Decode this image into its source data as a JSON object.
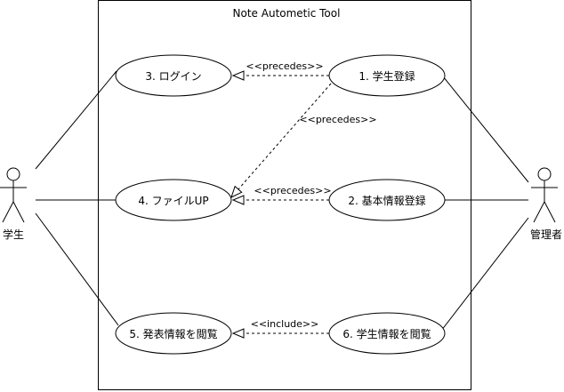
{
  "system": {
    "title": "Note Autometic Tool"
  },
  "actors": {
    "student": {
      "label": "学生"
    },
    "admin": {
      "label": "管理者"
    }
  },
  "use_cases": {
    "login": "3. ログイン",
    "upload": "4. ファイルUP",
    "view_presentation": "5. 発表情報を閲覧",
    "register_student": "1. 学生登録",
    "register_basic": "2. 基本情報登録",
    "view_student": "6. 学生情報を閲覧"
  },
  "relations": {
    "r1": "<<precedes>>",
    "r2": "<<precedes>>",
    "r3": "<<precedes>>",
    "r4": "<<include>>"
  }
}
